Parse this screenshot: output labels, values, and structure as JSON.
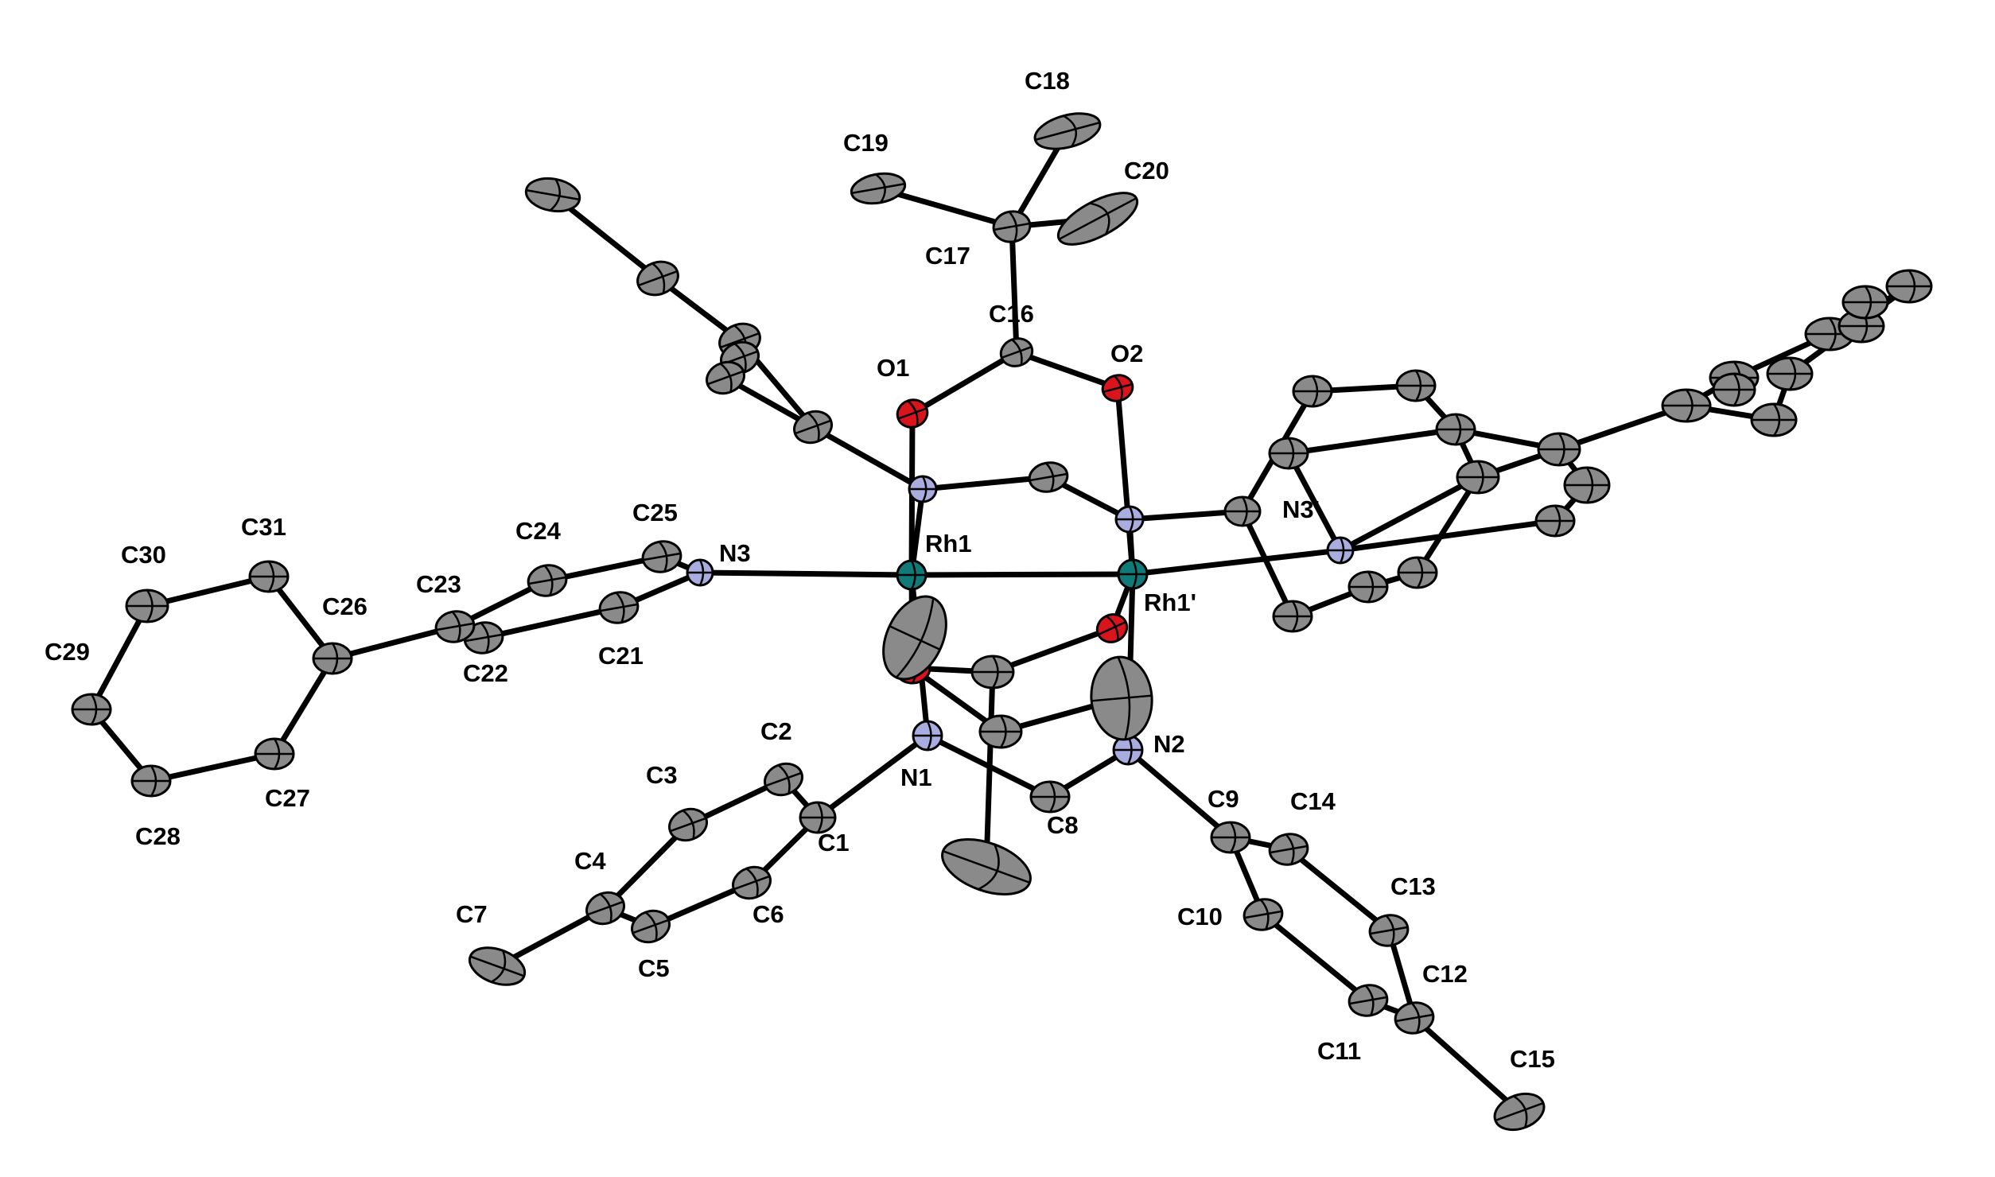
{
  "colors": {
    "bond": "#000000",
    "carbon": "#8a8a8a",
    "nitrogen": "#a9acdf",
    "oxygen": "#d8141c",
    "rhodium": "#117a78",
    "label": "#000000",
    "background": "#ffffff"
  },
  "labels": {
    "C1": "C1",
    "C2": "C2",
    "C3": "C3",
    "C4": "C4",
    "C5": "C5",
    "C6": "C6",
    "C7": "C7",
    "C8": "C8",
    "C9": "C9",
    "C10": "C10",
    "C11": "C11",
    "C12": "C12",
    "C13": "C13",
    "C14": "C14",
    "C15": "C15",
    "C16": "C16",
    "C17": "C17",
    "C18": "C18",
    "C19": "C19",
    "C20": "C20",
    "C21": "C21",
    "C22": "C22",
    "C23": "C23",
    "C24": "C24",
    "C25": "C25",
    "C26": "C26",
    "C27": "C27",
    "C28": "C28",
    "C29": "C29",
    "C30": "C30",
    "C31": "C31",
    "N1": "N1",
    "N2": "N2",
    "N3": "N3",
    "N3p": "N3'",
    "O1": "O1",
    "O2": "O2",
    "Rh1": "Rh1",
    "Rh1p": "Rh1'"
  }
}
